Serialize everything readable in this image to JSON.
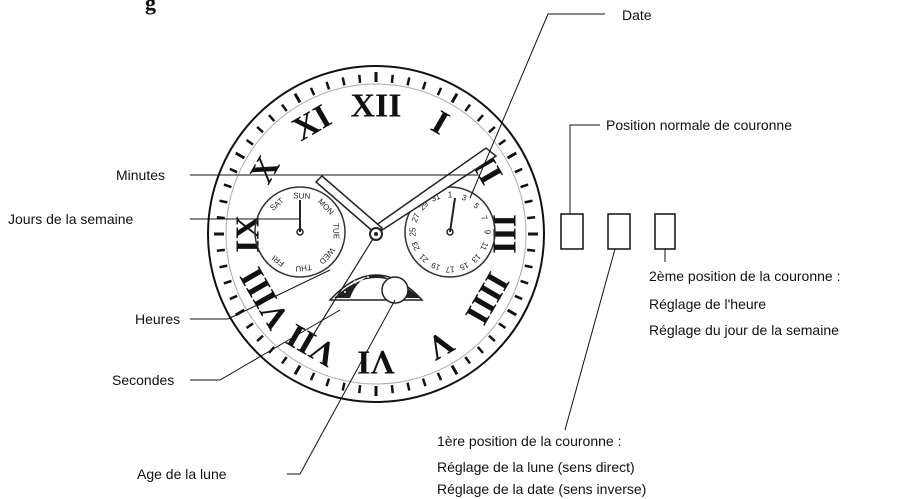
{
  "header_fragment": "g",
  "labels": {
    "date": "Date",
    "minutes": "Minutes",
    "jours": "Jours de la semaine",
    "heures": "Heures",
    "secondes": "Secondes",
    "age_lune": "Age de la lune",
    "position_normale": "Position normale de couronne",
    "pos2_title": "2ème position de la couronne :",
    "pos2_line1": "Réglage de l'heure",
    "pos2_line2": "Réglage du jour de la semaine",
    "pos1_title": "1ère position de la couronne :",
    "pos1_line1": "Réglage de la lune (sens direct)",
    "pos1_line2": "Réglage de la date (sens inverse)"
  },
  "dial": {
    "numerals": [
      "XII",
      "I",
      "II",
      "III",
      "IIII",
      "V",
      "VI",
      "VII",
      "VIII",
      "IX",
      "X",
      "XI"
    ],
    "weekdays": [
      "SAT",
      "SUN",
      "MON",
      "TUE",
      "WED",
      "THU",
      "FRI"
    ],
    "dates": [
      "1",
      "3",
      "5",
      "7",
      "9",
      "11",
      "13",
      "15",
      "17",
      "19",
      "21",
      "23",
      "25",
      "27",
      "29",
      "31"
    ]
  }
}
